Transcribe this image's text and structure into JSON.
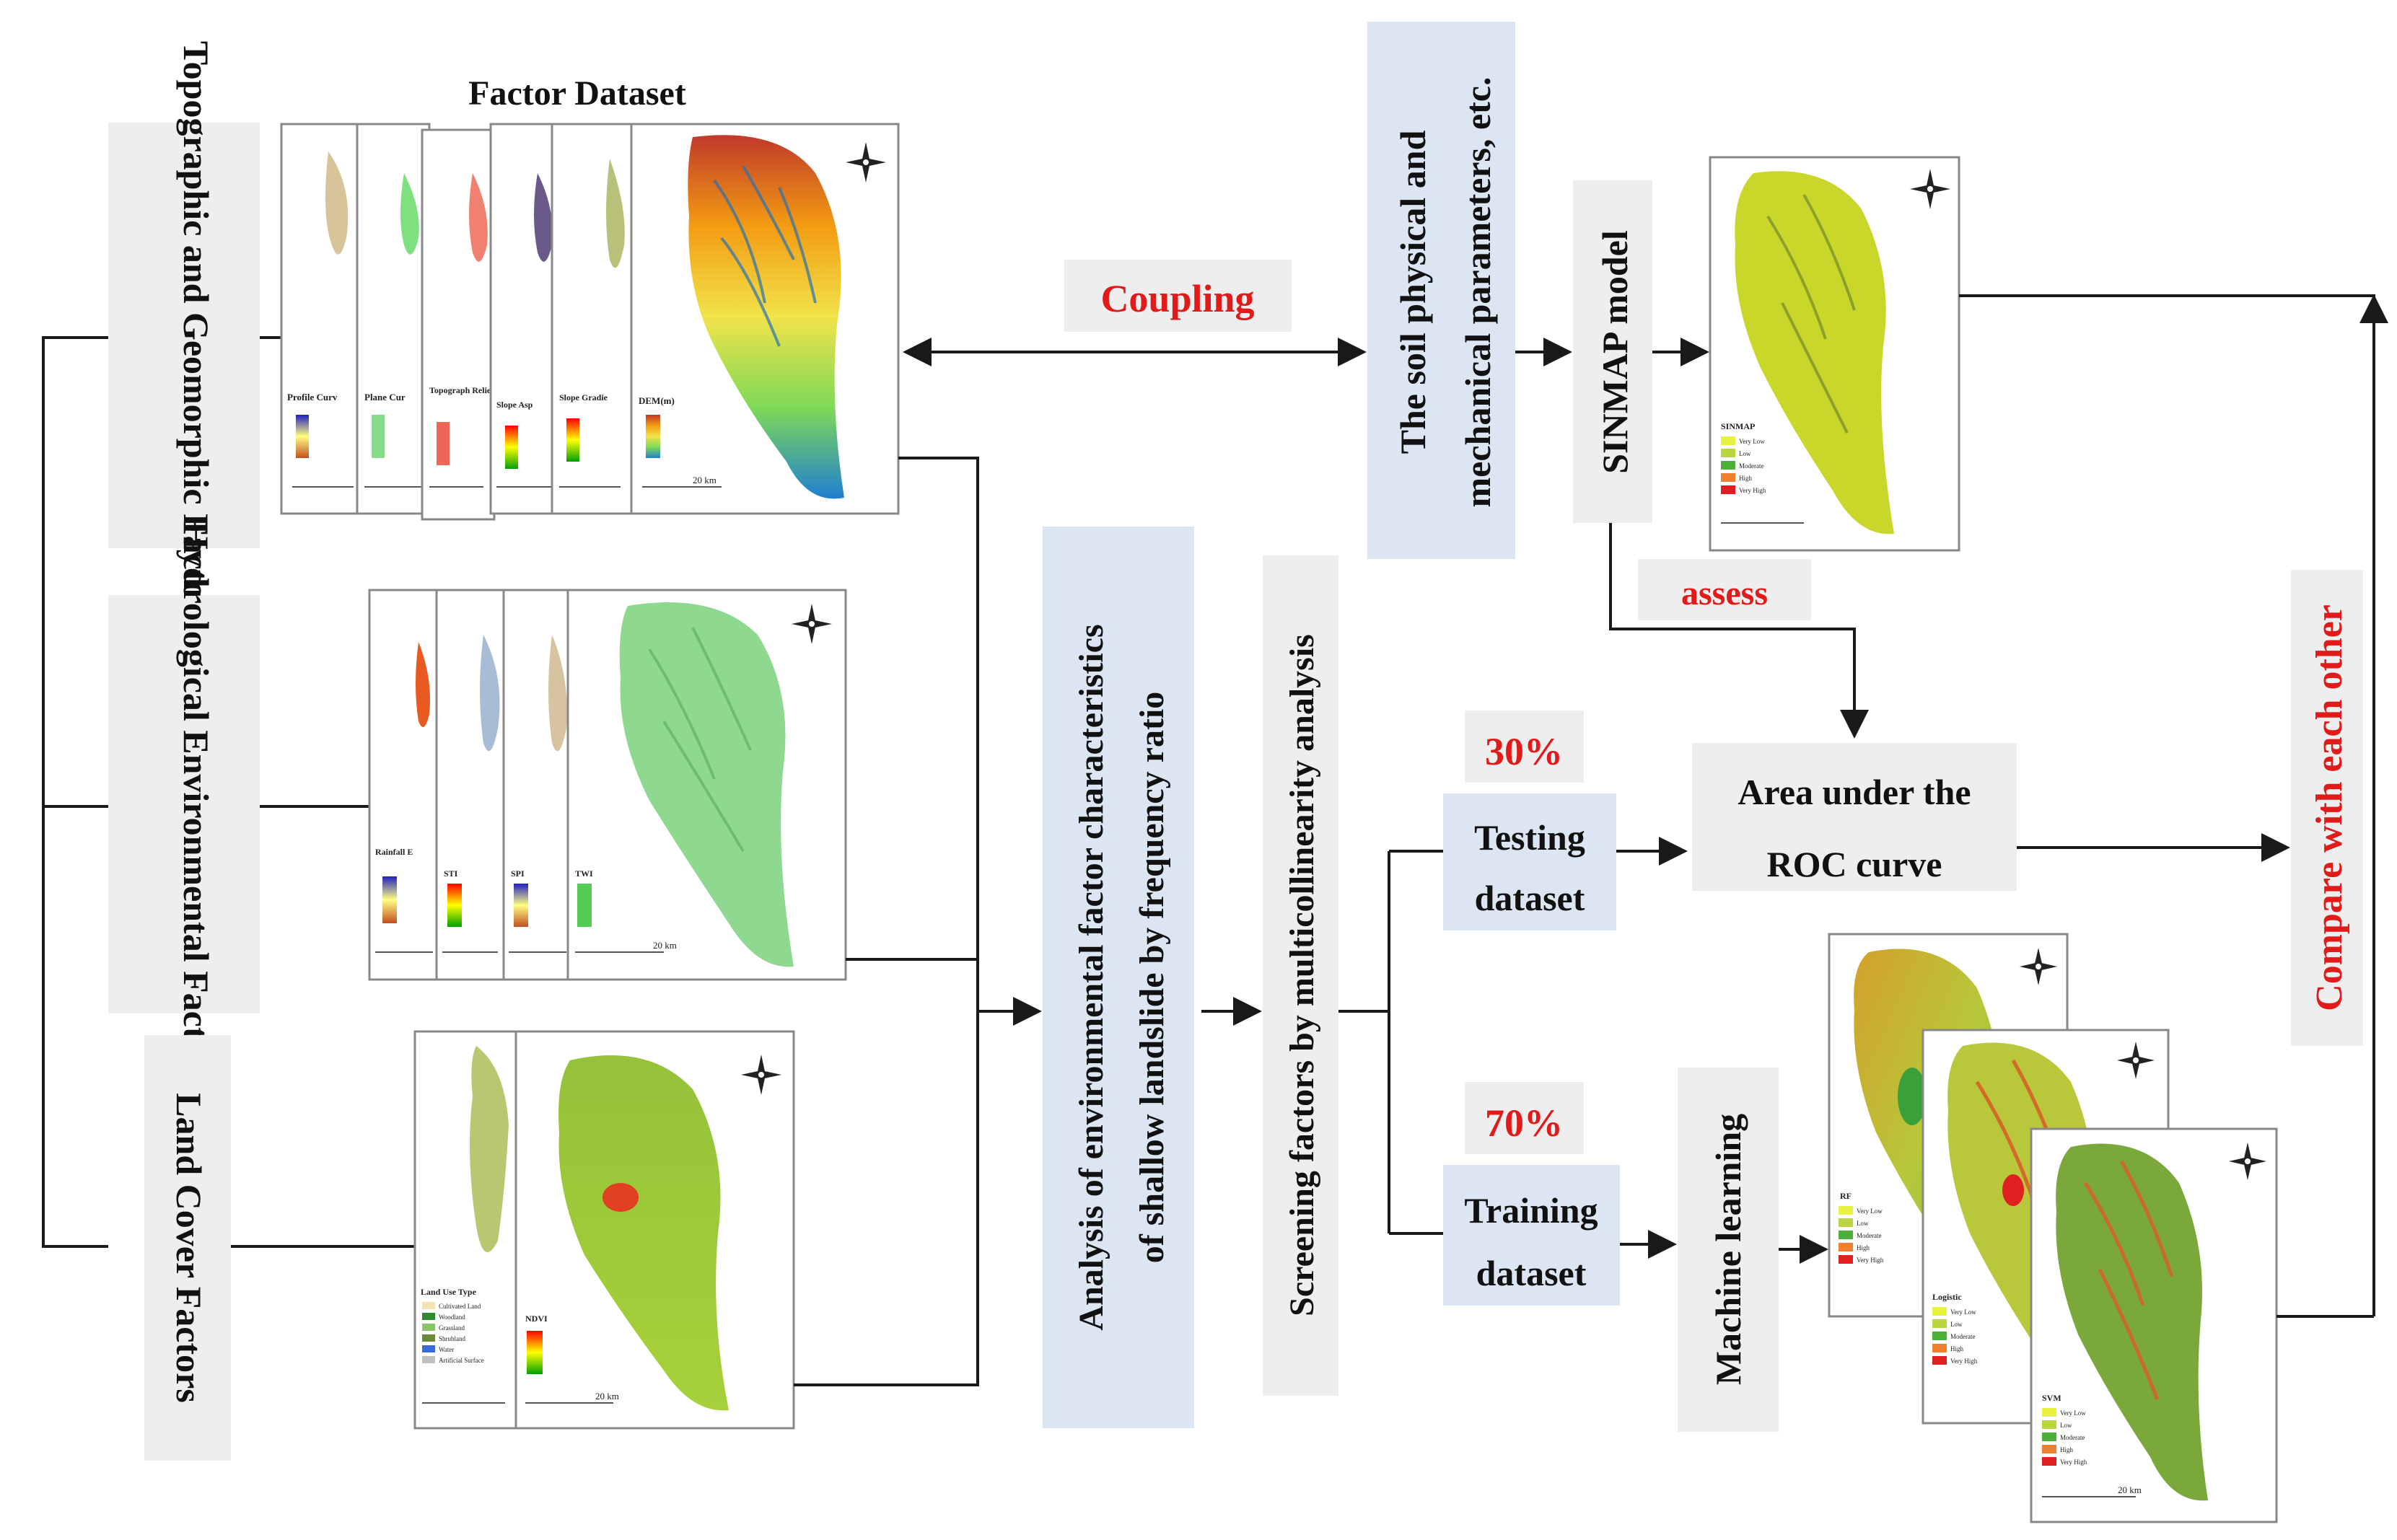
{
  "title": "Factor Dataset",
  "groups": {
    "topo": "Topographic and Geomorphic Factors",
    "hydro": "Hydrological Environmental Factors",
    "land": "Land Cover Factors"
  },
  "map_labels": {
    "profile": "Profile Curv",
    "plane": "Plane Cur",
    "relief": "Topograph Relief",
    "aspect": "Slope Asp",
    "gradient": "Slope Gradie",
    "dem": "DEM(m)",
    "rainfall": "Rainfall E",
    "sti": "STI",
    "spi": "SPI",
    "twi": "TWI",
    "landuse": "Land Use Type",
    "ndvi": "NDVI",
    "sinmap": "SINMAP",
    "rf": "RF",
    "logistic": "Logistic",
    "svm": "SVM"
  },
  "legend_landuse": [
    "Cultivated Land",
    "Woodland",
    "Grassland",
    "Shrubland",
    "Water",
    "Artificial Surface"
  ],
  "legend_classes": [
    "Very Low",
    "Low",
    "Moderate",
    "High",
    "Very High"
  ],
  "scale_km": "20 km",
  "coupling": "Coupling",
  "soil_params": [
    "The soil physical and",
    "mechanical parameters, etc."
  ],
  "sinmap_model": "SINMAP model",
  "assess": "assess",
  "analysis": [
    "Analysis of environmental factor characteristics",
    "of shallow landslide by frequency ratio"
  ],
  "screening": "Screening factors by multicollinearity analysis",
  "pct30": "30%",
  "pct70": "70%",
  "testing": [
    "Testing",
    "dataset"
  ],
  "training": [
    "Training",
    "dataset"
  ],
  "auc": [
    "Area under the",
    "ROC curve"
  ],
  "ml": "Machine learning",
  "compare": "Compare with each other",
  "colors": {
    "box_grey": "#eeeeee",
    "box_blue": "#dbe6f2",
    "accent_red": "#e11a1a",
    "arrow": "#1a1a1a"
  }
}
